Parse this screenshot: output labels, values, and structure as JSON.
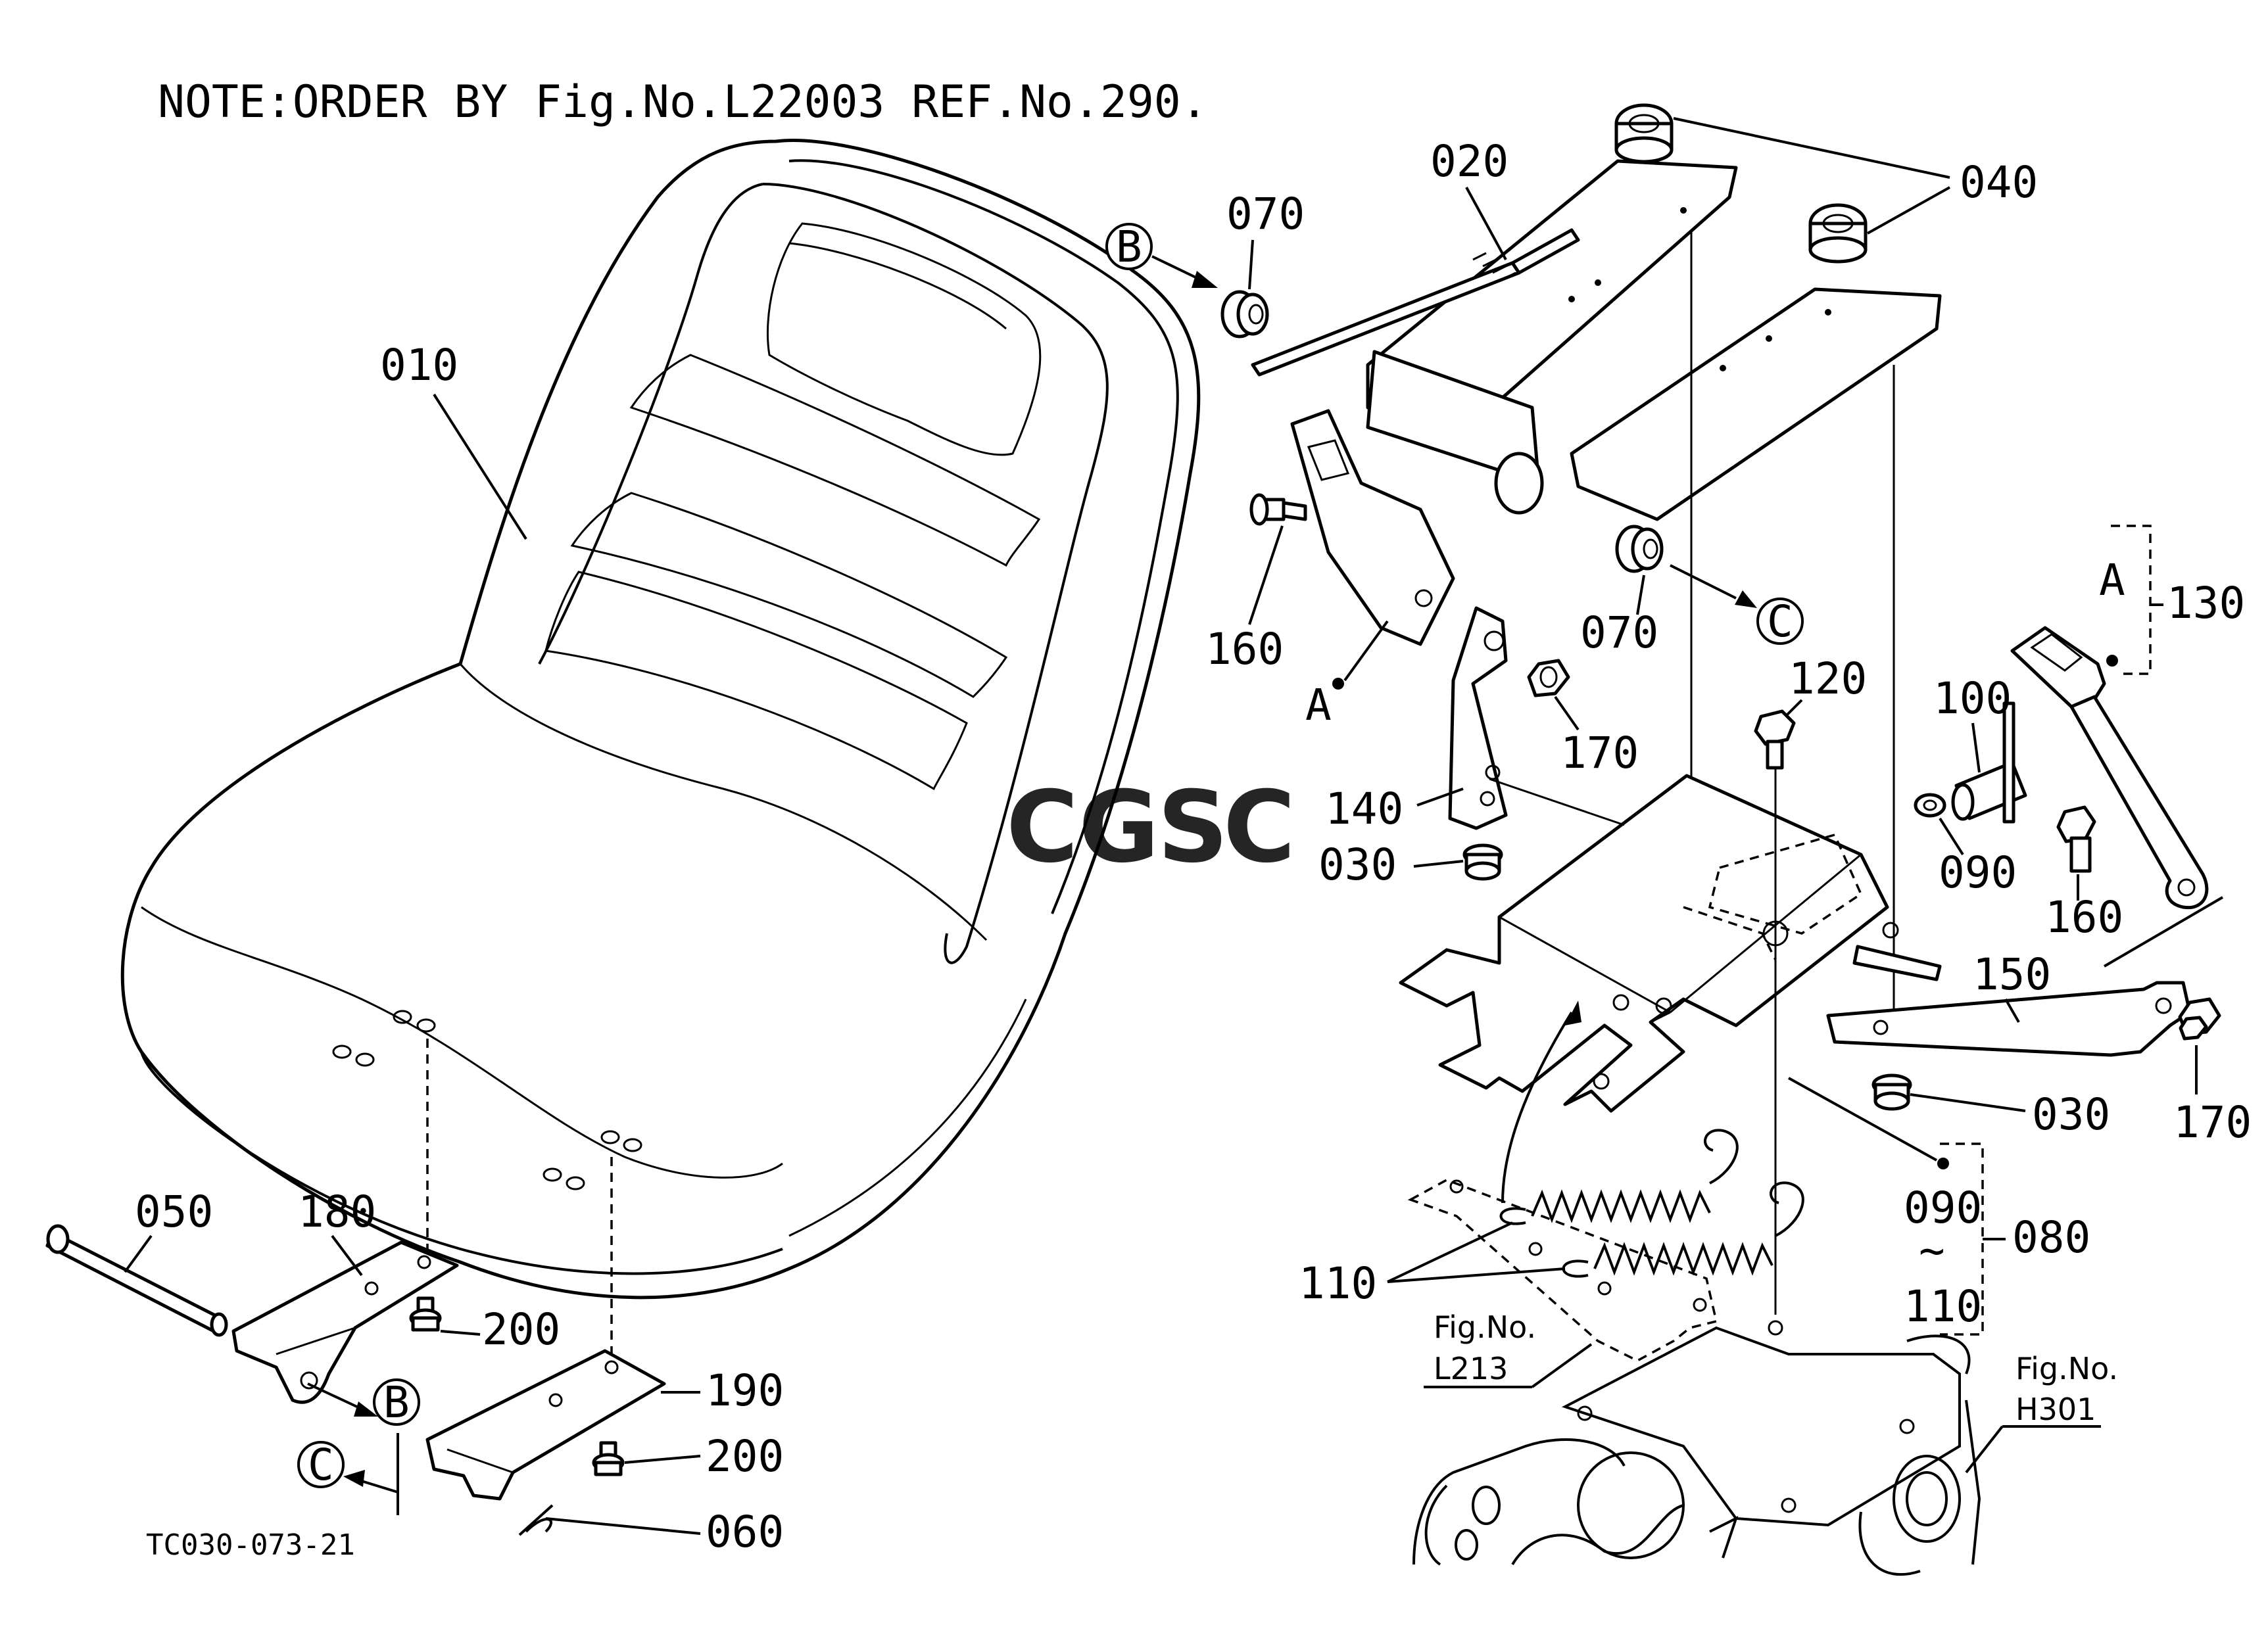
{
  "note": "NOTE:ORDER BY Fig.No.L22003 REF.No.290.",
  "drawing_code": "TC030-073-21",
  "watermark": {
    "letters": [
      "C",
      "G",
      "S",
      "C"
    ],
    "colors": [
      "#4a86e8",
      "#e06666",
      "#f1c232",
      "#57bb8a"
    ]
  },
  "callouts": {
    "B": "B",
    "C": "C",
    "A": "A"
  },
  "parts": {
    "p010": "010",
    "p020": "020",
    "p030a": "030",
    "p030b": "030",
    "p040": "040",
    "p050": "050",
    "p060": "060",
    "p070a": "070",
    "p070b": "070",
    "p080": "080",
    "p090a": "090",
    "p090b": "090",
    "tilde": "~",
    "p100": "100",
    "p110a": "110",
    "p110b": "110",
    "p120": "120",
    "p130": "130",
    "p140": "140",
    "p150": "150",
    "p160a": "160",
    "p160b": "160",
    "p170a": "170",
    "p170b": "170",
    "p180": "180",
    "p190": "190",
    "p200a": "200",
    "p200b": "200"
  },
  "refs": {
    "fig_label": "Fig.No.",
    "l213": "L213",
    "h301": "H301"
  }
}
